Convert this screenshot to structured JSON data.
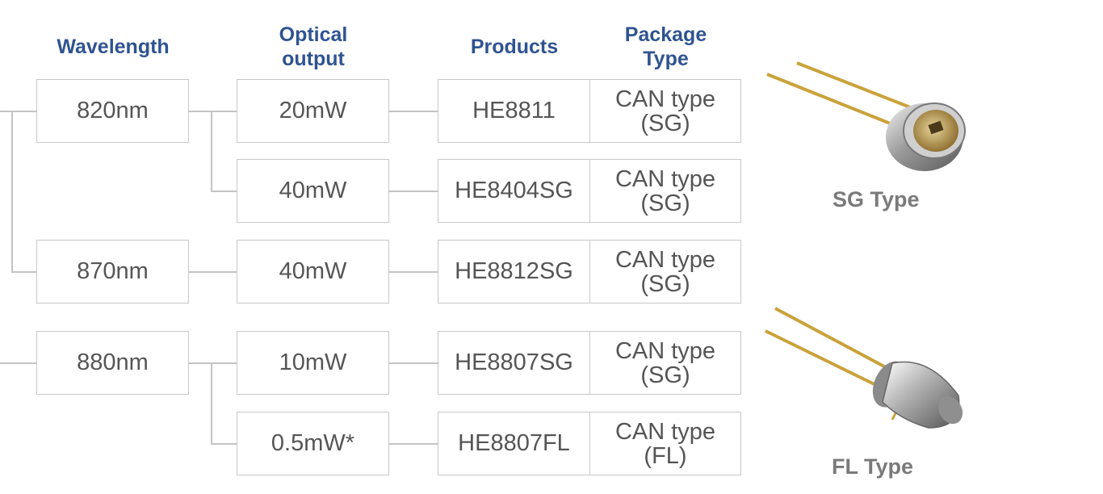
{
  "headers": {
    "wavelength": "Wavelength",
    "optical_line1": "Optical",
    "optical_line2": "output",
    "products": "Products",
    "package_line1": "Package",
    "package_line2": "Type"
  },
  "wavelengths": [
    "820nm",
    "870nm",
    "880nm"
  ],
  "rows": [
    {
      "output": "20mW",
      "product": "HE8811",
      "package_line1": "CAN type",
      "package_line2": "(SG)"
    },
    {
      "output": "40mW",
      "product": "HE8404SG",
      "package_line1": "CAN type",
      "package_line2": "(SG)"
    },
    {
      "output": "40mW",
      "product": "HE8812SG",
      "package_line1": "CAN type",
      "package_line2": "(SG)"
    },
    {
      "output": "10mW",
      "product": "HE8807SG",
      "package_line1": "CAN type",
      "package_line2": "(SG)"
    },
    {
      "output": "0.5mW*",
      "product": "HE8807FL",
      "package_line1": "CAN type",
      "package_line2": "(FL)"
    }
  ],
  "images": {
    "sg_caption": "SG Type",
    "fl_caption": "FL Type"
  },
  "colors": {
    "header_blue": "#2f5392",
    "box_text": "#555555",
    "connector_gray": "#c4c4c4",
    "caption_gray": "#7a7a7a",
    "lead_gold": "#c9a23a"
  }
}
